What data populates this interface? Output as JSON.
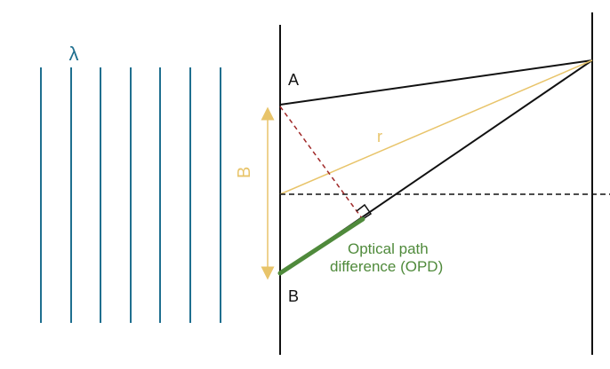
{
  "labels": {
    "wavelength": "λ",
    "point_a": "A",
    "point_b": "B",
    "radius": "r",
    "baseline": "B",
    "opd_line1": "Optical path",
    "opd_line2": "difference (OPD)"
  },
  "colors": {
    "wavefront": "#1f6f8f",
    "black": "#111111",
    "yellow": "#e8c46a",
    "dashed_red": "#a02828",
    "green": "#4f8a3b",
    "wavelength_text": "#1f6f8f",
    "baseline_text": "#e8c46a",
    "opd_text": "#4f8a3b"
  }
}
